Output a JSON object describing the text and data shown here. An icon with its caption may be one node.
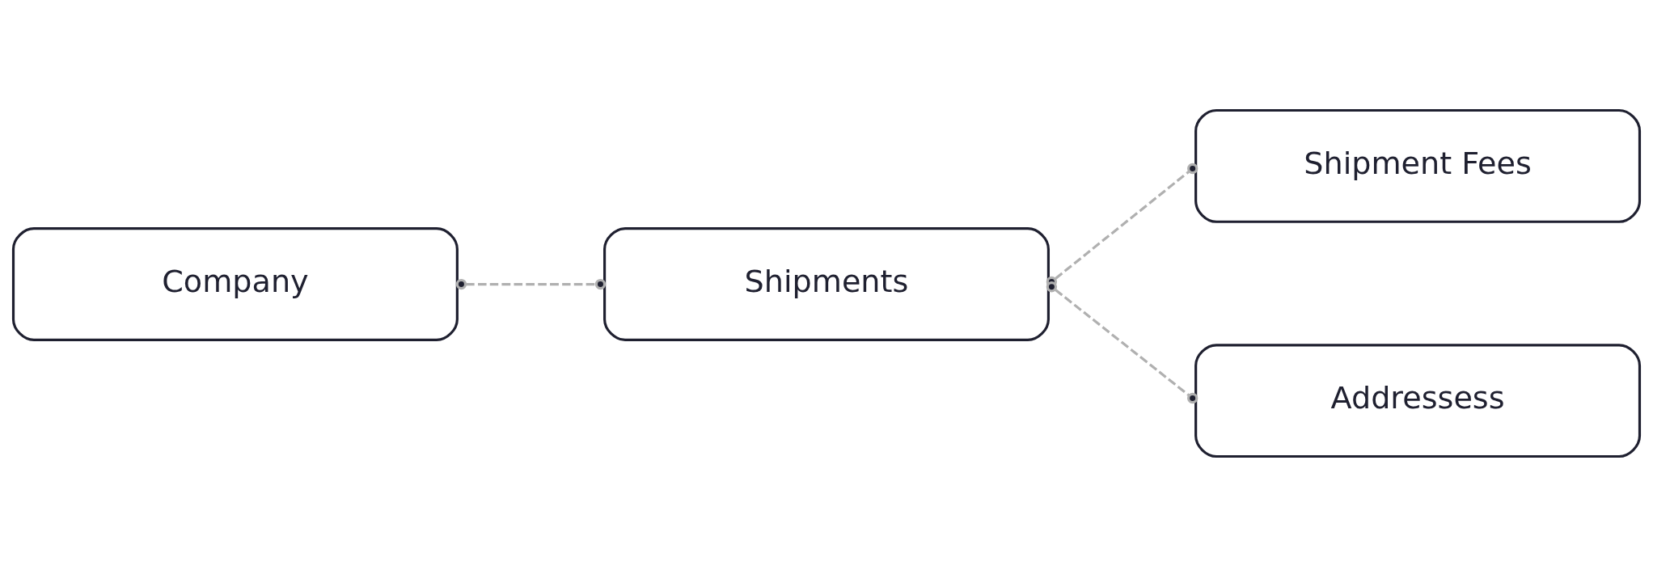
{
  "diagram": {
    "nodes": [
      {
        "text": [
          "Company"
        ]
      },
      {
        "text": [
          "Shipments"
        ]
      },
      {
        "text": [
          "Shipment Fees"
        ]
      },
      {
        "text": [
          "Addressess"
        ]
      }
    ],
    "edges": [
      {
        "from": 0,
        "to": 1,
        "arrow": "other",
        "style": "dashed"
      },
      {
        "from": 1,
        "to": 2,
        "arrow": "other",
        "style": "dashed"
      },
      {
        "from": 1,
        "to": 3,
        "arrow": "other",
        "style": "dashed"
      }
    ]
  }
}
